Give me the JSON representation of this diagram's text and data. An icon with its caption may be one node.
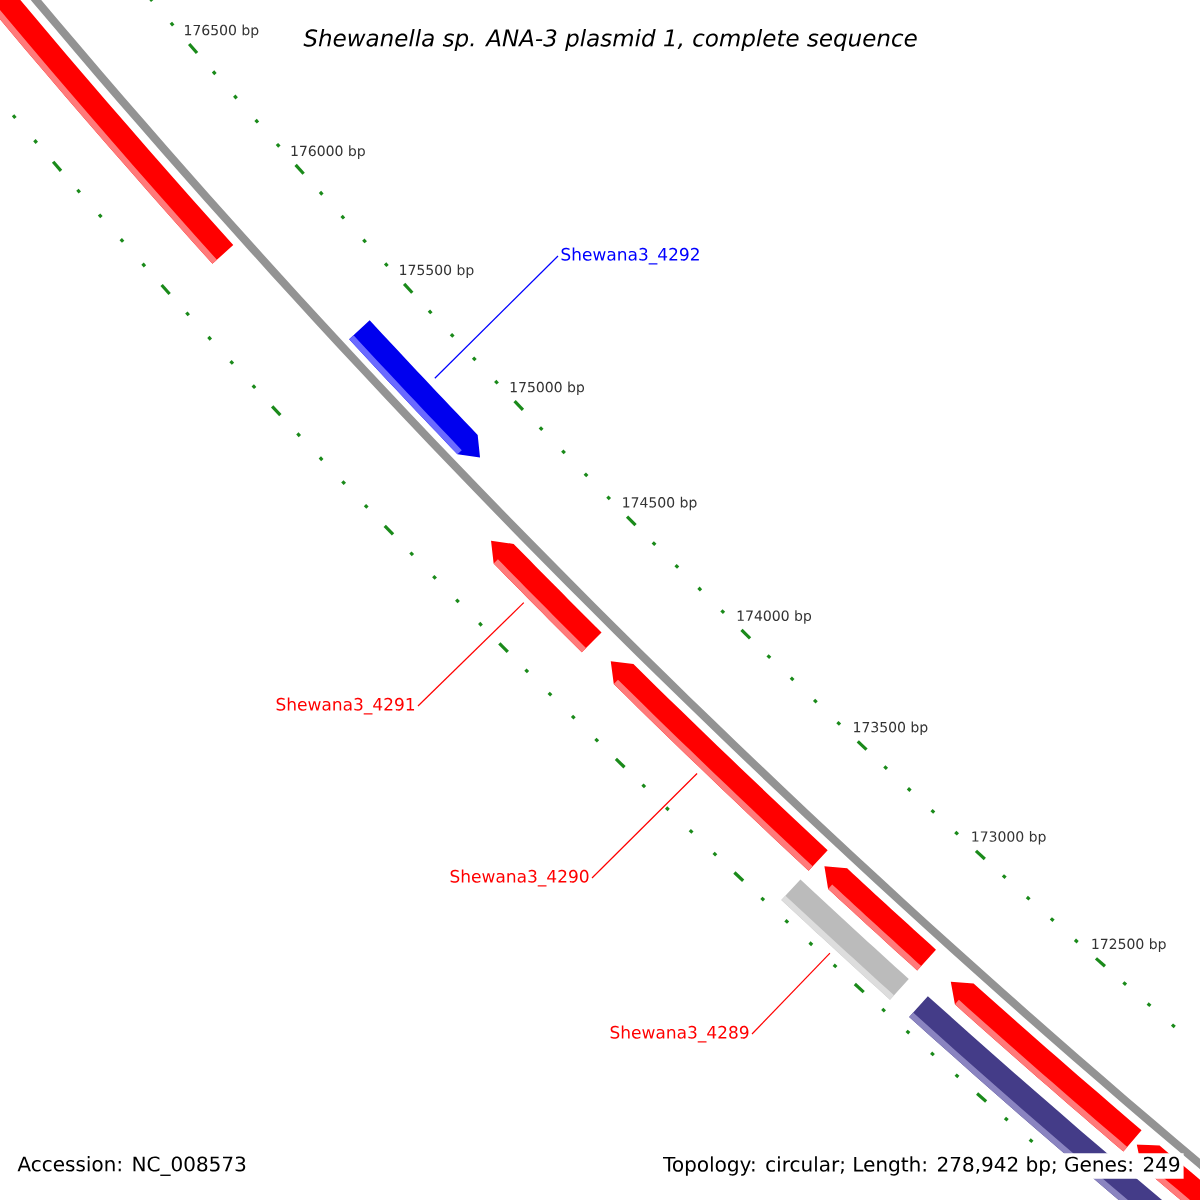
{
  "diagram": {
    "title": "Shewanella sp. ANA-3 plasmid 1, complete sequence",
    "nodes": [
      {
        "text": [
          "Shewana3_4292"
        ]
      },
      {
        "text": [],
        "shape": "bar"
      },
      {
        "text": [
          "Shewana3_4291"
        ]
      },
      {
        "text": [],
        "shape": "bar"
      },
      {
        "text": [
          "Shewana3_4290"
        ]
      },
      {
        "text": [],
        "shape": "bar"
      },
      {
        "text": [
          "Shewana3_4289"
        ]
      },
      {
        "text": [],
        "shape": "bar"
      }
    ],
    "edges": [
      {
        "from": 0,
        "to": 1,
        "arrow": "none",
        "color": "#0000ff"
      },
      {
        "from": 2,
        "to": 3,
        "arrow": "none"
      },
      {
        "from": 4,
        "to": 5,
        "arrow": "none"
      },
      {
        "from": 6,
        "to": 7,
        "arrow": "none"
      }
    ],
    "labels": [
      "176500 bp",
      "176000 bp",
      "175500 bp",
      "175000 bp",
      "174500 bp",
      "174000 bp",
      "173500 bp",
      "173000 bp",
      "172500 bp",
      "Accession: NC_008573",
      "Topology: circular; Length: 278,942 bp; Genes: 249"
    ]
  }
}
